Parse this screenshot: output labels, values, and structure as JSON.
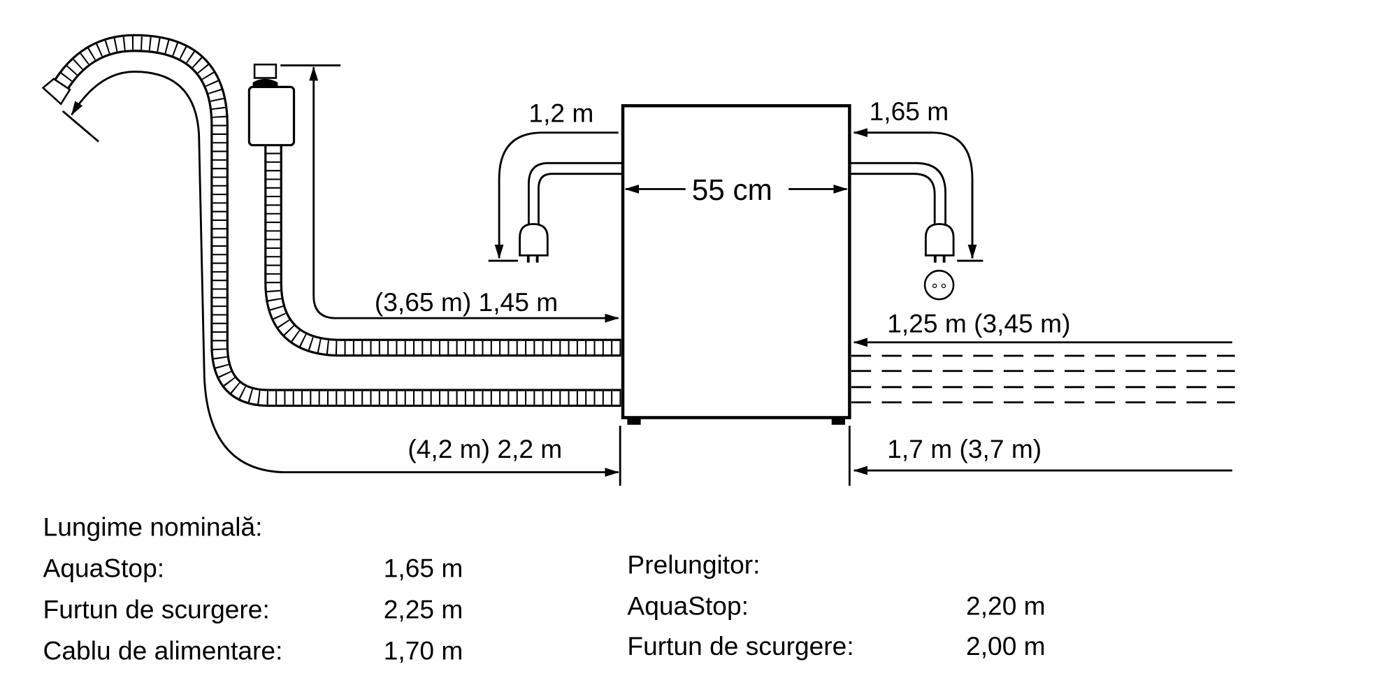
{
  "dimensions": {
    "left_cord": "1,2 m",
    "right_cord": "1,65 m",
    "width": "55 cm",
    "inlet_hose": "(3,65 m) 1,45 m",
    "drain_hose": "(4,2 m) 2,2 m",
    "right_inlet": "1,25 m (3,45 m)",
    "right_drain": "1,7 m (3,7 m)"
  },
  "nominal": {
    "title": "Lungime nominală:",
    "rows": [
      {
        "label": "AquaStop:",
        "value": "1,65 m"
      },
      {
        "label": "Furtun de scurgere:",
        "value": "2,25 m"
      },
      {
        "label": "Cablu de alimentare:",
        "value": "1,70 m"
      }
    ]
  },
  "extension": {
    "title": "Prelungitor:",
    "rows": [
      {
        "label": "AquaStop:",
        "value": "2,20 m"
      },
      {
        "label": "Furtun de scurgere:",
        "value": "2,00 m"
      }
    ]
  }
}
